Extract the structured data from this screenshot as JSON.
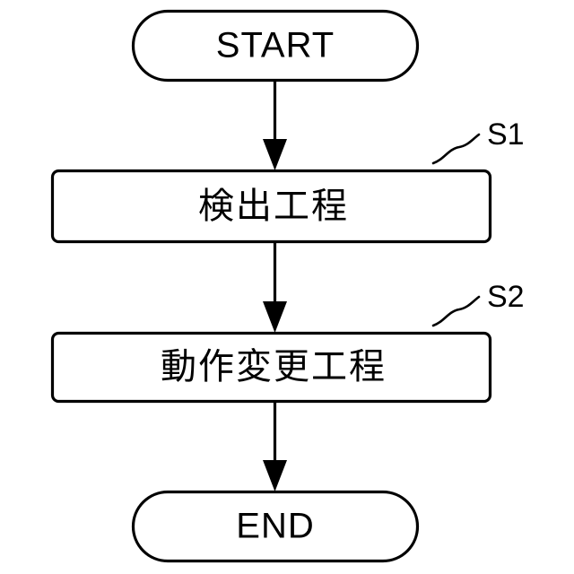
{
  "figure": {
    "type": "flowchart",
    "orientation": "vertical",
    "background_color": "#ffffff",
    "line_color": "#000000",
    "fill_color": "#ffffff"
  },
  "nodes": [
    {
      "id": "start",
      "shape": "stadium",
      "label": "START",
      "script": "latin"
    },
    {
      "id": "step1",
      "shape": "rounded-rectangle",
      "label": "検出工程",
      "script": "cjk",
      "reference": "S1"
    },
    {
      "id": "step2",
      "shape": "rounded-rectangle",
      "label": "動作変更工程",
      "script": "cjk",
      "reference": "S2"
    },
    {
      "id": "end",
      "shape": "stadium",
      "label": "END",
      "script": "latin"
    }
  ],
  "connectors": [
    {
      "id": "c1",
      "from": "start",
      "to": "step1",
      "arrow": "down"
    },
    {
      "id": "c2",
      "from": "step1",
      "to": "step2",
      "arrow": "down"
    },
    {
      "id": "c3",
      "from": "step2",
      "to": "end",
      "arrow": "down"
    }
  ],
  "reference_labels": [
    {
      "id": "s1",
      "text": "S1",
      "points_to": "step1"
    },
    {
      "id": "s2",
      "text": "S2",
      "points_to": "step2"
    }
  ]
}
